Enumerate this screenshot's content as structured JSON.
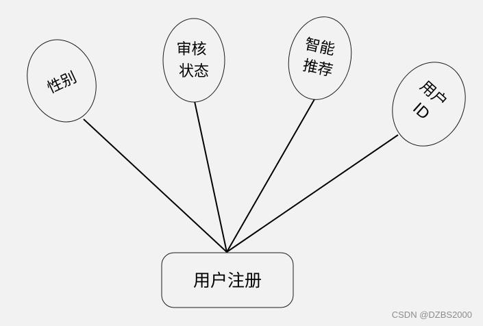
{
  "entity": {
    "label": "用户注册"
  },
  "attributes": [
    {
      "id": "gender",
      "lines": [
        "性别"
      ]
    },
    {
      "id": "review-status",
      "lines": [
        "审核",
        "状态"
      ]
    },
    {
      "id": "smart-recommend",
      "lines": [
        "智能",
        "推荐"
      ]
    },
    {
      "id": "user-id",
      "lines": [
        "用户",
        "ID"
      ]
    }
  ],
  "watermark": "CSDN @DZBS2000"
}
